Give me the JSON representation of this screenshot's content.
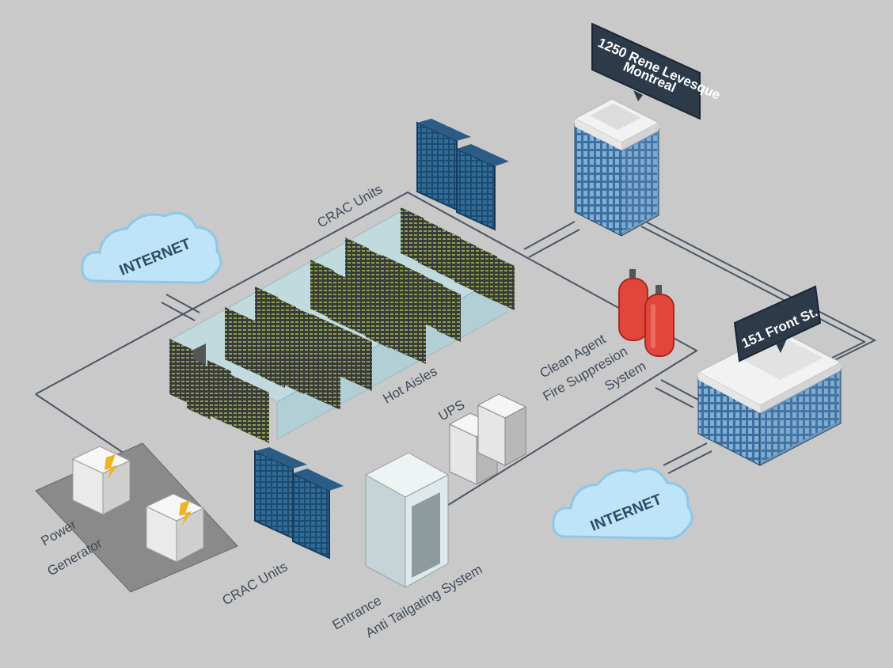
{
  "labels": {
    "crac_top": "CRAC Units",
    "crac_bottom": "CRAC Units",
    "hot_aisles": "Hot Aisles",
    "ups": "UPS",
    "fire_line1": "Clean Agent",
    "fire_line2": "Fire Suppresion",
    "fire_line3": "System",
    "power_line1": "Power",
    "power_line2": "Generator",
    "entrance_line1": "Entrance",
    "entrance_line2": "Anti Tailgating System"
  },
  "clouds": {
    "left": "INTERNET",
    "right": "INTERNET"
  },
  "buildings": {
    "montreal_line1": "1250 Rene Levesque",
    "montreal_line2": "Montreal",
    "front": "151 Front St."
  },
  "colors": {
    "background": "#c9c9c9",
    "line": "#4a5566",
    "crac": "#1f4b72",
    "rack": "#4a4a4a",
    "glass": "#bfe0e6",
    "fire_tank": "#e0463b",
    "cloud": "#bfe3f7",
    "sign": "#2c3a4a"
  }
}
